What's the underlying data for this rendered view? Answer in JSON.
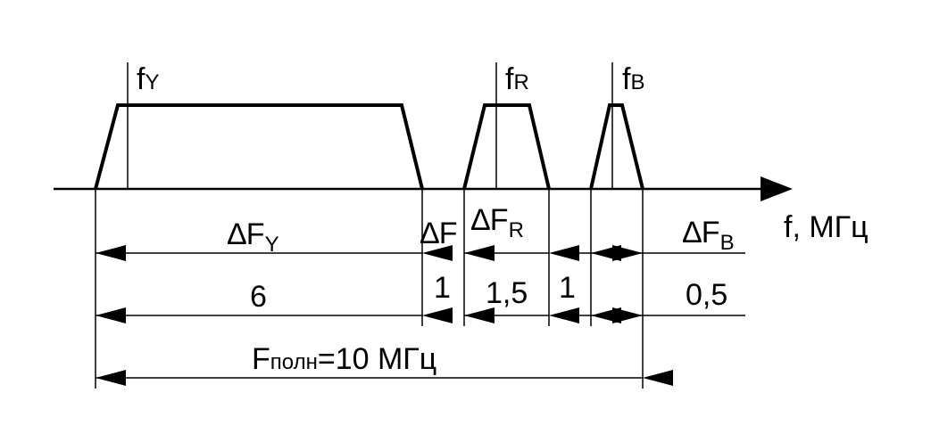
{
  "axis": {
    "label": "f, МГц"
  },
  "carriers": [
    {
      "symbol": "f",
      "subscript": "Y"
    },
    {
      "symbol": "f",
      "subscript": "R"
    },
    {
      "symbol": "f",
      "subscript": "B"
    }
  ],
  "bandwidth_labels": {
    "dFY": {
      "symbol": "∆F",
      "subscript": "Y"
    },
    "dF": {
      "symbol": "∆F"
    },
    "dFR": {
      "symbol": "∆F",
      "subscript": "R"
    },
    "dFB": {
      "symbol": "∆F",
      "subscript": "B"
    }
  },
  "values": {
    "y_band": "6",
    "gap1": "1",
    "r_band": "1,5",
    "gap2": "1",
    "b_band": "0,5"
  },
  "total": {
    "prefix": "F",
    "subscript": "полн",
    "suffix": "=10 МГц"
  }
}
